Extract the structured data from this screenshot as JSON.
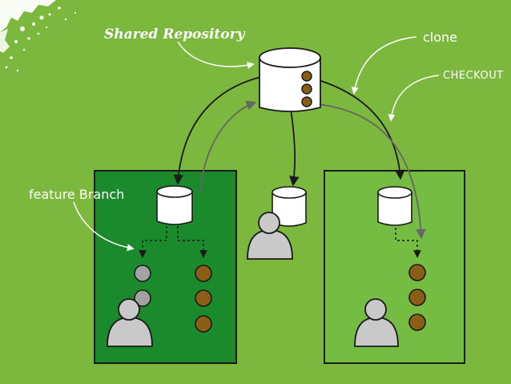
{
  "labels": {
    "shared_repository": "Shared Repository",
    "clone": "clone",
    "checkout": "CHECKOUT",
    "feature_branch": "feature Branch"
  },
  "colors": {
    "background": "#7cb83e",
    "left_panel": "#1b8a2c",
    "right_panel": "#74bd42",
    "commit_brown": "#8b5e16",
    "commit_gray": "#a2a2a2",
    "person_gray": "#c9c9c9",
    "arrow_dark": "#1a1a1a",
    "arrow_gray": "#666666"
  }
}
